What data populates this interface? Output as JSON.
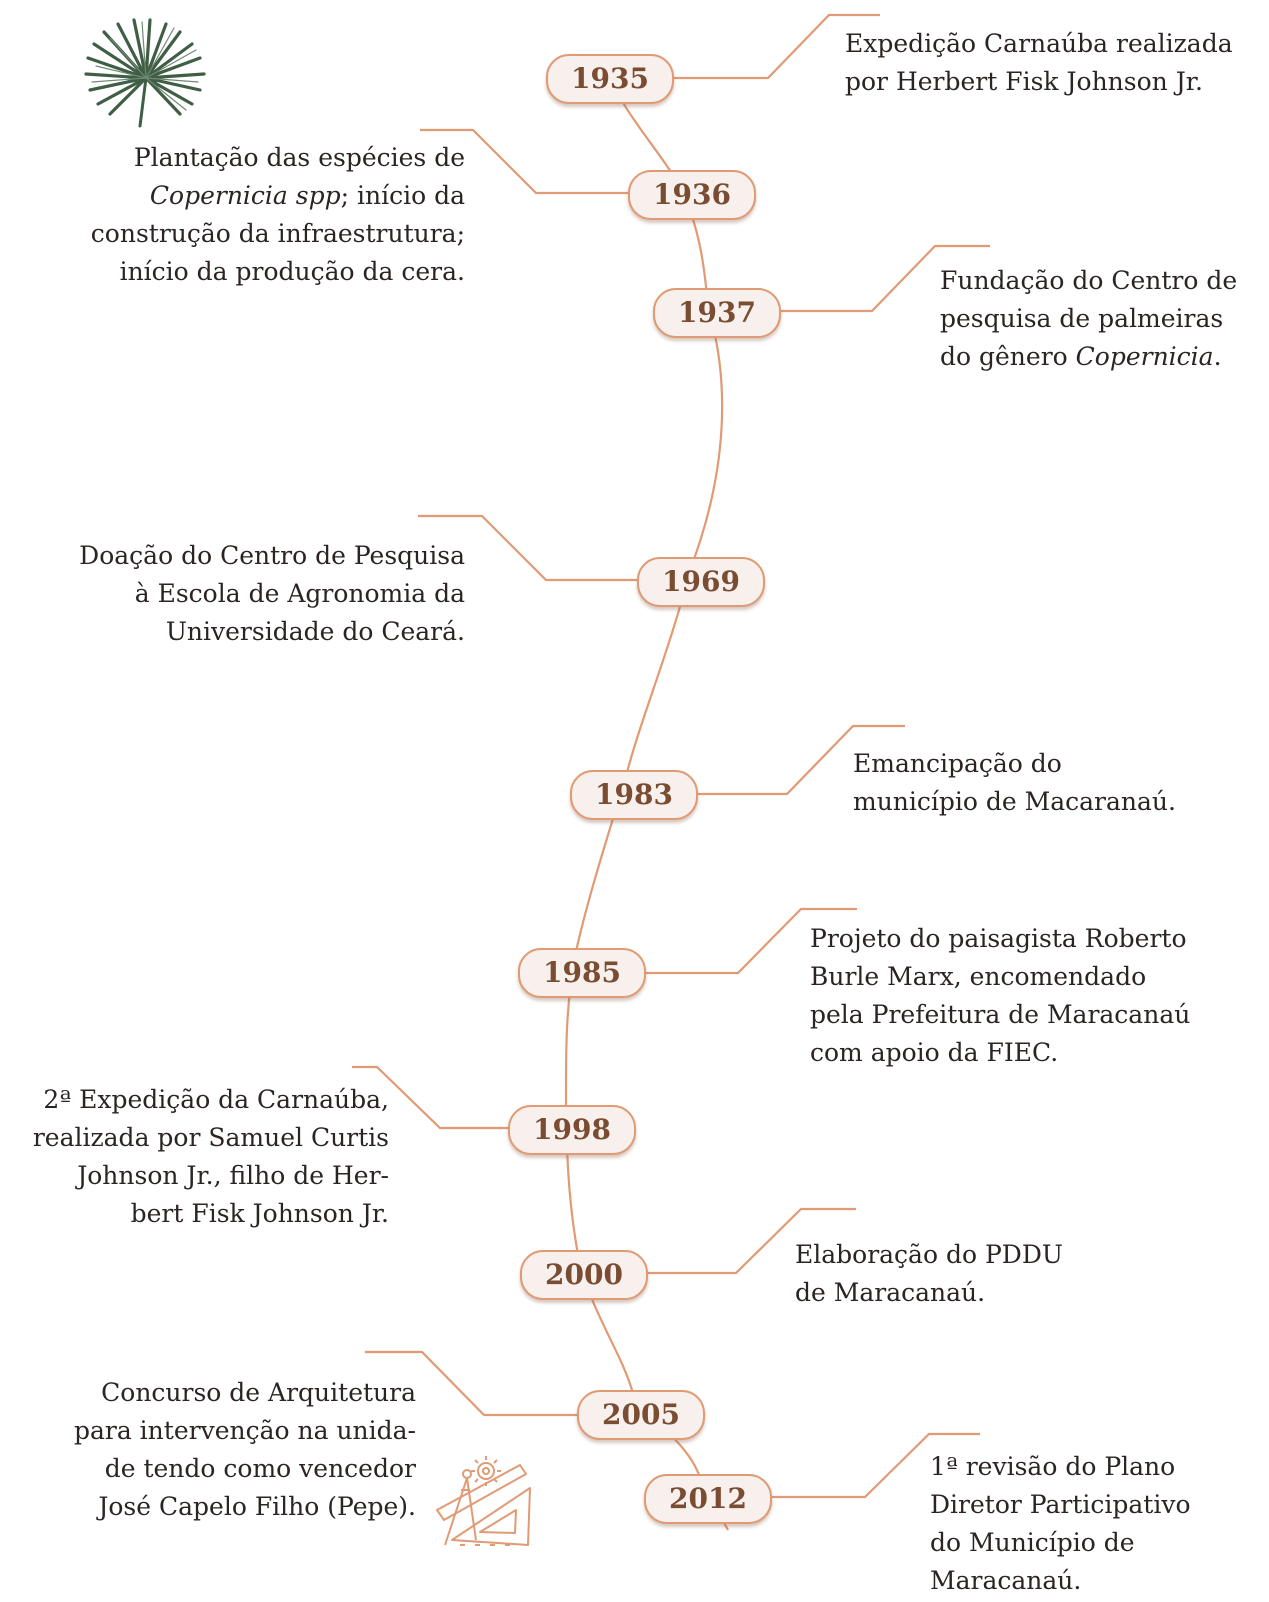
{
  "colors": {
    "line": "#e09a74",
    "pill_fill": "#f7f0ec",
    "year_text": "#7a4d33",
    "text": "#2b2422",
    "palm": "#3f5e45"
  },
  "icons": {
    "top_left": "palm-leaf-icon",
    "bottom": "drafting-tools-icon"
  },
  "events": [
    {
      "year": "1935",
      "lines": [
        "Expedição Carnaúba realizada",
        "por Herbert Fisk Johnson Jr."
      ]
    },
    {
      "year": "1936",
      "lines": [
        "Plantação das espécies de",
        "Copernicia spp; início da",
        "construção da infraestrutura;",
        "início da produção da cera."
      ]
    },
    {
      "year": "1937",
      "lines": [
        "Fundação do Centro de",
        "pesquisa de palmeiras",
        "do gênero Copernicia."
      ]
    },
    {
      "year": "1969",
      "lines": [
        "Doação do Centro de Pesquisa",
        "à Escola de Agronomia da",
        "Universidade do Ceará."
      ]
    },
    {
      "year": "1983",
      "lines": [
        "Emancipação do",
        "município de Macaranaú."
      ]
    },
    {
      "year": "1985",
      "lines": [
        "Projeto do paisagista Roberto",
        "Burle Marx, encomendado",
        "pela Prefeitura de Maracanaú",
        "com apoio da FIEC."
      ]
    },
    {
      "year": "1998",
      "lines": [
        "2ª Expedição da Carnaúba,",
        "realizada por Samuel Curtis",
        "Johnson Jr., filho de Her-",
        "bert Fisk Johnson Jr."
      ]
    },
    {
      "year": "2000",
      "lines": [
        "Elaboração do PDDU",
        "de Maracanaú."
      ]
    },
    {
      "year": "2005",
      "lines": [
        "Concurso de Arquitetura",
        "para intervenção na unida-",
        "de tendo como vencedor",
        "José Capelo Filho (Pepe)."
      ]
    },
    {
      "year": "2012",
      "lines": [
        "1ª revisão do Plano",
        "Diretor Participativo",
        "do Município de",
        "Maracanaú."
      ]
    }
  ]
}
